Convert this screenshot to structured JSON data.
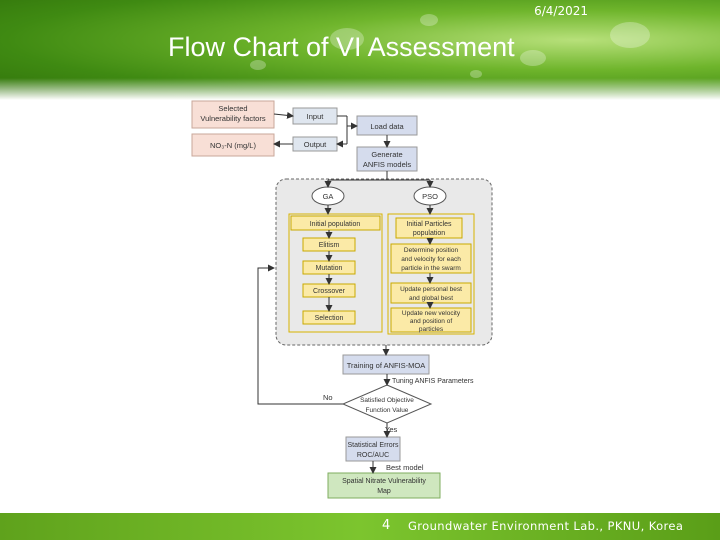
{
  "header": {
    "date": "6/4/2021",
    "title": "Flow Chart of VI Assessment"
  },
  "footer": {
    "page_number": "4",
    "lab": "Groundwater Environment Lab., PKNU, Korea"
  },
  "flowchart": {
    "selected_factors": [
      "Selected",
      "Vulnerability factors"
    ],
    "no3": "NO₃-N (mg/L)",
    "input": "Input",
    "output": "Output",
    "load_data": "Load data",
    "generate": [
      "Generate",
      "ANFIS models"
    ],
    "ga": "GA",
    "pso": "PSO",
    "ga_steps": [
      "Initial population",
      "Elitism",
      "Mutation",
      "Crossover",
      "Selection"
    ],
    "pso_steps": {
      "init": [
        "Initial Particles",
        "population"
      ],
      "determine": [
        "Determine position",
        "and velocity for each",
        "particle in the swarm"
      ],
      "update_best": [
        "Update personal best",
        "and global best"
      ],
      "update_vel": [
        "Update new velocity",
        "and position of",
        "particles"
      ]
    },
    "training": "Training of ANFIS-MOA",
    "tuning": "Tuning ANFIS Parameters",
    "decision": [
      "Satisfied Objective",
      "Function Value"
    ],
    "no": "No",
    "yes": "Yes",
    "stat": [
      "Statistical Errors",
      "ROC/AUC"
    ],
    "best": "Best model",
    "map": [
      "Spatial Nitrate Vulnerability",
      "Map"
    ]
  }
}
